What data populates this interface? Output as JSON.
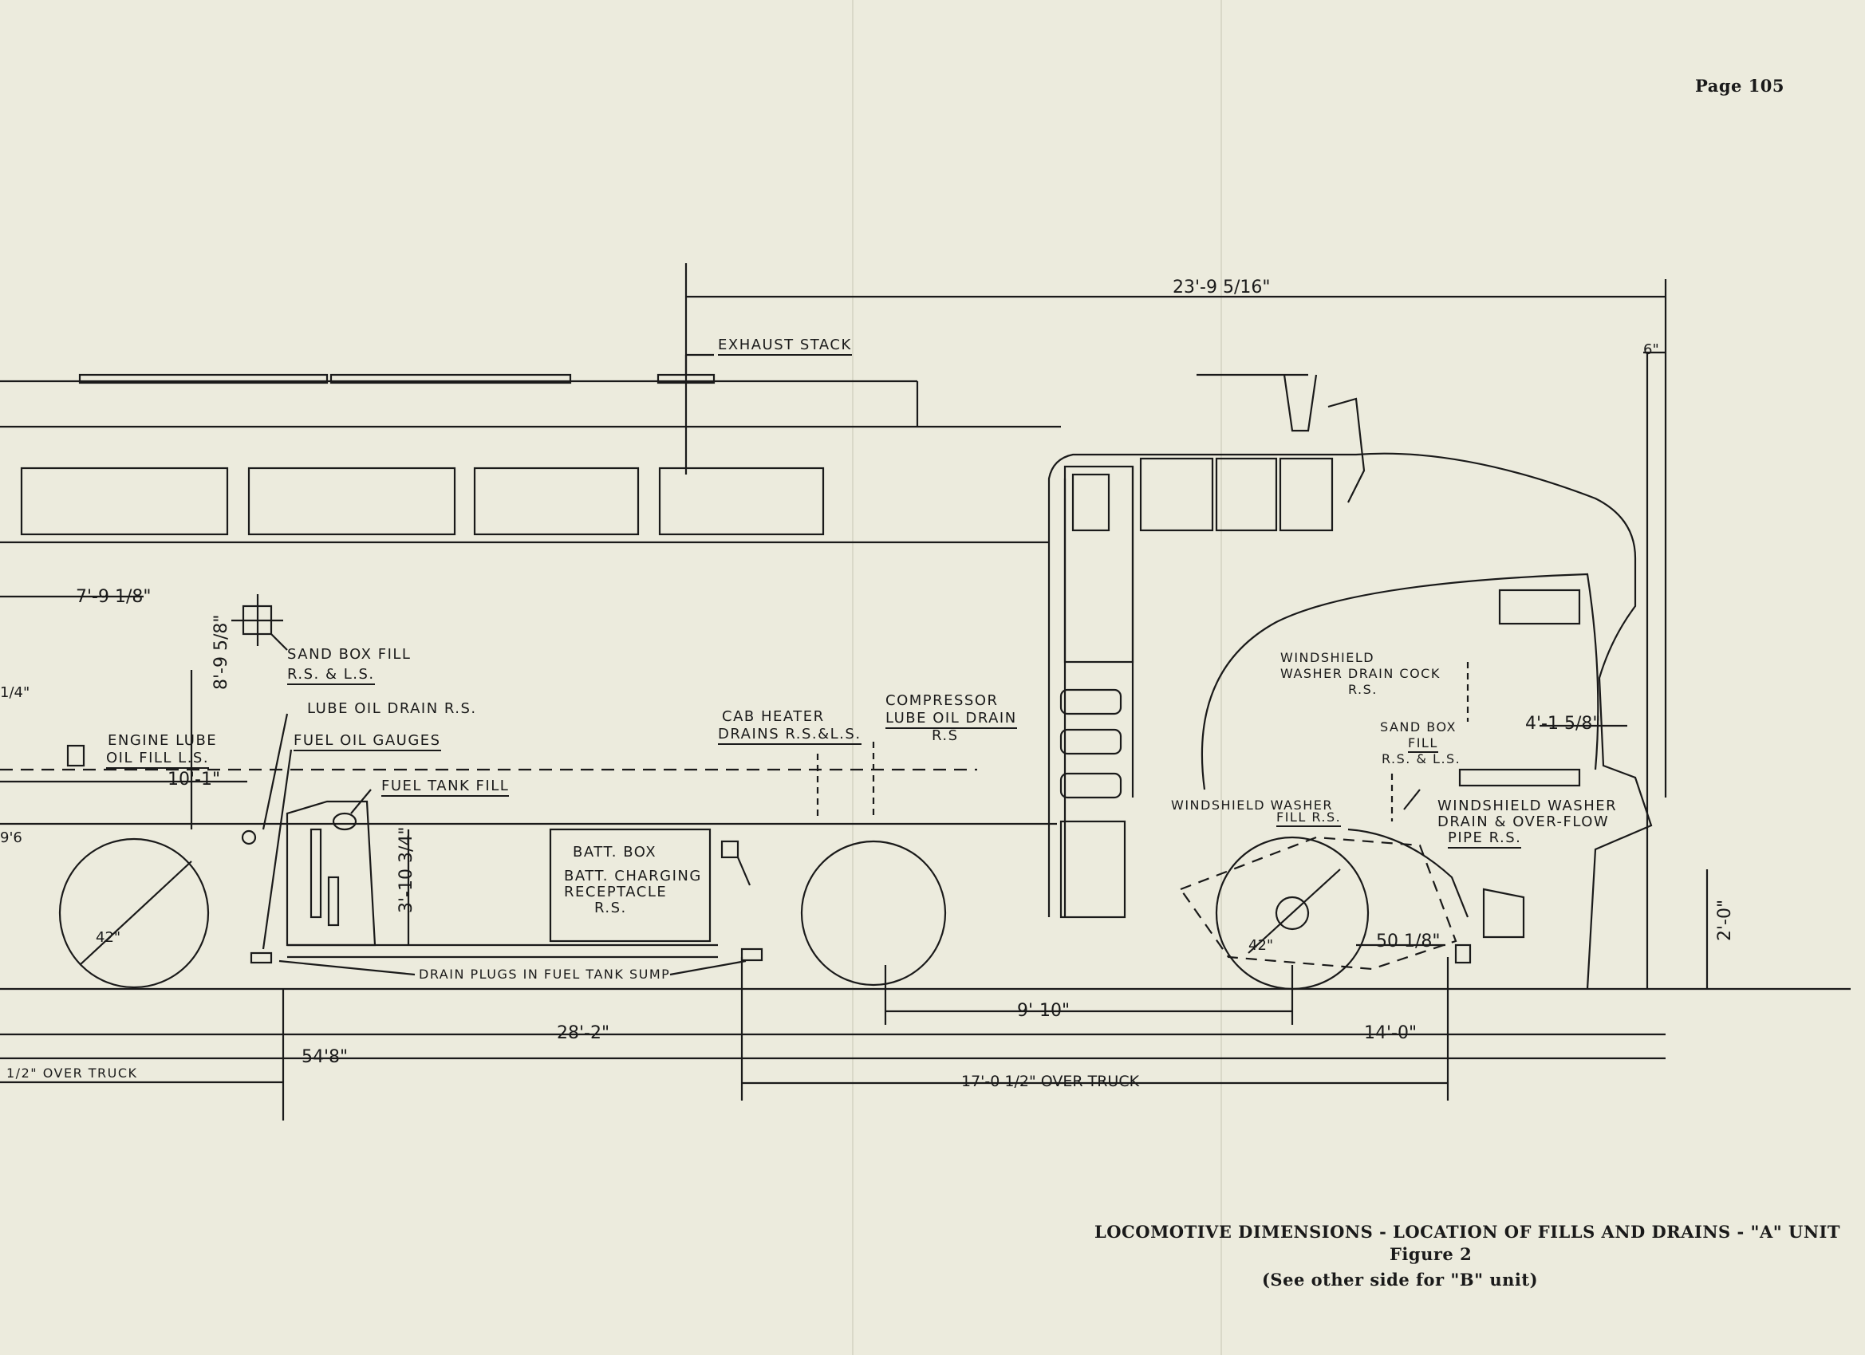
{
  "page": {
    "number": "Page 105"
  },
  "caption": {
    "title": "LOCOMOTIVE DIMENSIONS - LOCATION OF FILLS AND DRAINS - \"A\" UNIT",
    "figure": "Figure 2",
    "note": "(See other side for \"B\" unit)"
  },
  "labels": {
    "exhaust_stack": "EXHAUST STACK",
    "sand_box_fill_1": "SAND BOX FILL",
    "sand_box_fill_side": "R.S. & L.S.",
    "lube_oil_drain": "LUBE OIL DRAIN R.S.",
    "fuel_oil_gauges": "FUEL OIL GAUGES",
    "engine_lube_1": "ENGINE LUBE",
    "engine_lube_2": "OIL FILL L.S.",
    "fuel_tank_fill": "FUEL TANK FILL",
    "batt_box": "BATT. BOX",
    "batt_charging_1": "BATT. CHARGING",
    "batt_charging_2": "RECEPTACLE",
    "batt_charging_3": "R.S.",
    "drain_plugs": "DRAIN PLUGS IN FUEL TANK SUMP",
    "cab_heater_1": "CAB HEATER",
    "cab_heater_2": "DRAINS R.S.&L.S.",
    "compressor_1": "COMPRESSOR",
    "compressor_2": "LUBE OIL DRAIN",
    "compressor_3": "R.S",
    "ws_drain_cock_1": "WINDSHIELD",
    "ws_drain_cock_2": "WASHER DRAIN COCK",
    "ws_drain_cock_3": "R.S.",
    "sand_box_fill_2a": "SAND BOX",
    "sand_box_fill_2b": "FILL",
    "sand_box_fill_2c": "R.S. & L.S.",
    "ws_washer_fill_1": "WINDSHIELD WASHER",
    "ws_washer_fill_2": "FILL R.S.",
    "ws_washer_drain_1": "WINDSHIELD WASHER",
    "ws_washer_drain_2": "DRAIN & OVER-FLOW",
    "ws_washer_drain_3": "PIPE R.S."
  },
  "dimensions": {
    "d_23_9": "23'-9 5/16\"",
    "d_6": "6\"",
    "d_7_9": "7'-9 1/8\"",
    "d_8_9": "8'-9 5/8\"",
    "d_10_1": "10'-1\"",
    "d_4_1": "4'-1 5/8\"",
    "d_3_10": "3'-10 3/4\"",
    "d_42a": "42\"",
    "d_42b": "42\"",
    "d_50": "50 1/8\"",
    "d_2_0": "2'-0\"",
    "d_9_10": "9'-10\"",
    "d_28_2": "28'-2\"",
    "d_54_8": "54'8\"",
    "d_14_0": "14'-0\"",
    "d_17_0": "17'-0 1/2\" OVER TRUCK",
    "d_over_truck": "1/2\" OVER TRUCK",
    "d_left_1": "1/4\"",
    "d_left_2": "9'6"
  },
  "colors": {
    "paper": "#ecebdd",
    "ink": "#1a1a1a"
  }
}
